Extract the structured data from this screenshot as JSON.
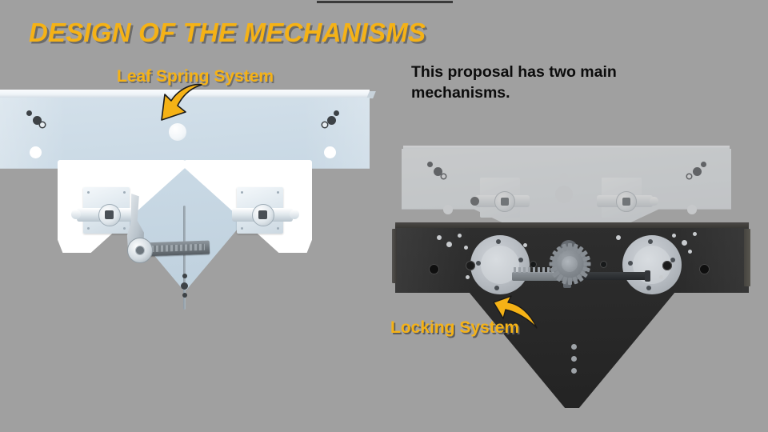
{
  "slide": {
    "background_color": "#a0a0a0",
    "accent_color": "#F5B216",
    "text_color": "#0c0c0c",
    "title": "DESIGN OF THE MECHANISMS",
    "divider": "top-rule"
  },
  "labels": {
    "leaf_spring": "Leaf Spring System",
    "locking": "Locking System"
  },
  "body": {
    "paragraph": "This proposal has two main mechanisms."
  },
  "figures": {
    "left": {
      "name": "Leaf spring system CAD render",
      "color": "#c8d8e4"
    },
    "right": {
      "name": "Locking system CAD render",
      "color": "#292929"
    }
  },
  "arrows": {
    "leaf_spring": "curved-arrow-down-left-icon",
    "locking": "curved-arrow-up-left-icon"
  }
}
